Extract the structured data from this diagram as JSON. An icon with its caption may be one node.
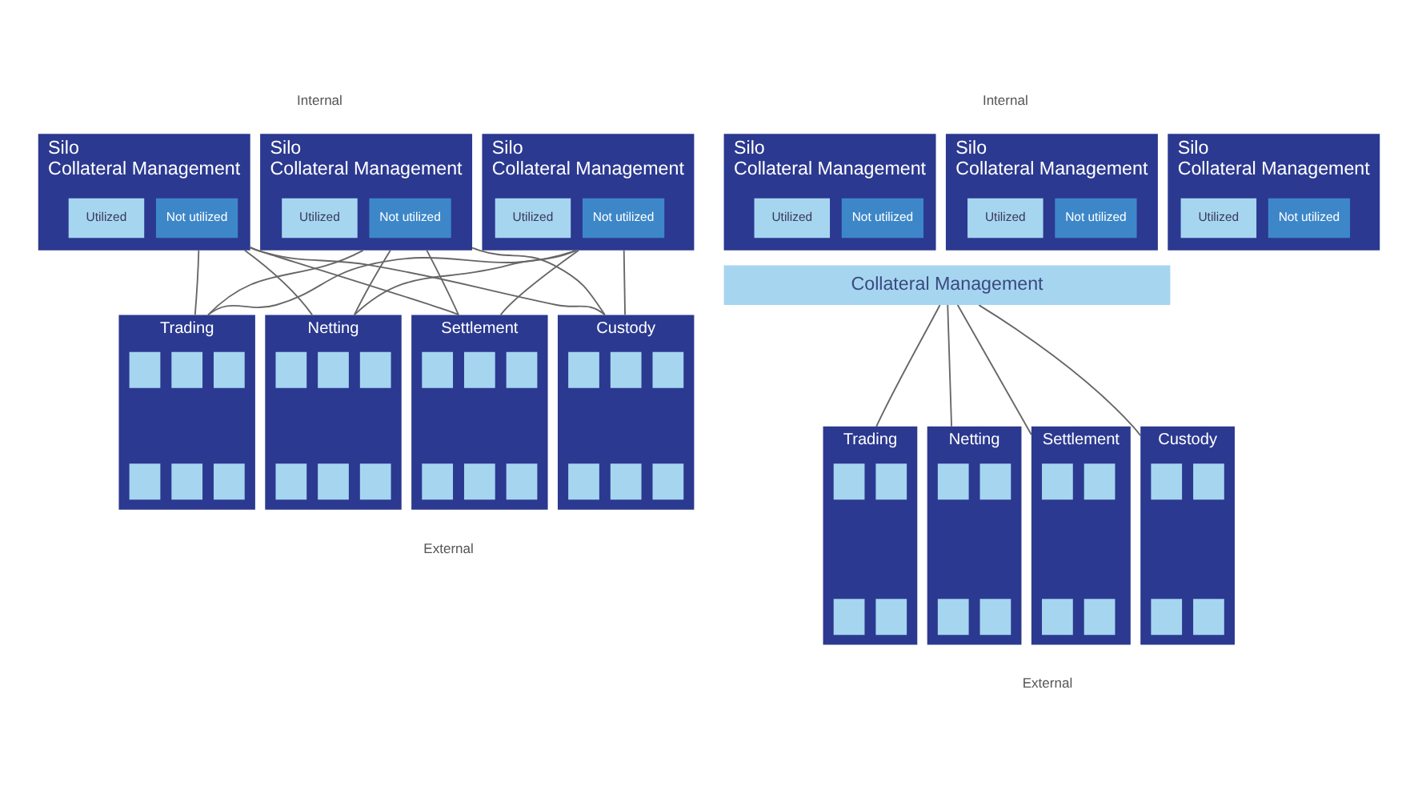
{
  "diagram": {
    "nodes": [
      {
        "text": [
          "Silo",
          "Collateral Management"
        ]
      },
      {
        "text": [
          "Utilized"
        ],
        "in": 0
      },
      {
        "text": [
          "Not utilized"
        ],
        "in": 0
      },
      {
        "text": [
          "Silo",
          "Collateral Management"
        ]
      },
      {
        "text": [
          "Utilized"
        ],
        "in": 3
      },
      {
        "text": [
          "Not utilized"
        ],
        "in": 3
      },
      {
        "text": [
          "Silo",
          "Collateral Management"
        ]
      },
      {
        "text": [
          "Utilized"
        ],
        "in": 6
      },
      {
        "text": [
          "Not utilized"
        ],
        "in": 6
      },
      {
        "text": [
          "Trading"
        ]
      },
      {
        "text": [],
        "shape": "box",
        "in": 9
      },
      {
        "text": [],
        "shape": "box",
        "in": 9
      },
      {
        "text": [],
        "shape": "box",
        "in": 9
      },
      {
        "text": [],
        "shape": "box",
        "in": 9
      },
      {
        "text": [],
        "shape": "box",
        "in": 9
      },
      {
        "text": [],
        "shape": "box",
        "in": 9
      },
      {
        "text": [
          "Netting"
        ]
      },
      {
        "text": [],
        "shape": "box",
        "in": 16
      },
      {
        "text": [],
        "shape": "box",
        "in": 16
      },
      {
        "text": [],
        "shape": "box",
        "in": 16
      },
      {
        "text": [],
        "shape": "box",
        "in": 16
      },
      {
        "text": [],
        "shape": "box",
        "in": 16
      },
      {
        "text": [],
        "shape": "box",
        "in": 16
      },
      {
        "text": [
          "Settlement"
        ]
      },
      {
        "text": [],
        "shape": "box",
        "in": 23
      },
      {
        "text": [],
        "shape": "box",
        "in": 23
      },
      {
        "text": [],
        "shape": "box",
        "in": 23
      },
      {
        "text": [],
        "shape": "box",
        "in": 23
      },
      {
        "text": [],
        "shape": "box",
        "in": 23
      },
      {
        "text": [],
        "shape": "box",
        "in": 23
      },
      {
        "text": [
          "Custody"
        ]
      },
      {
        "text": [],
        "shape": "box",
        "in": 30
      },
      {
        "text": [],
        "shape": "box",
        "in": 30
      },
      {
        "text": [],
        "shape": "box",
        "in": 30
      },
      {
        "text": [],
        "shape": "box",
        "in": 30
      },
      {
        "text": [],
        "shape": "box",
        "in": 30
      },
      {
        "text": [],
        "shape": "box",
        "in": 30
      },
      {
        "text": [
          "Silo",
          "Collateral Management"
        ]
      },
      {
        "text": [
          "Utilized"
        ],
        "in": 37
      },
      {
        "text": [
          "Not utilized"
        ],
        "in": 37
      },
      {
        "text": [
          "Silo",
          "Collateral Management"
        ]
      },
      {
        "text": [
          "Utilized"
        ],
        "in": 40
      },
      {
        "text": [
          "Not utilized"
        ],
        "in": 40
      },
      {
        "text": [
          "Silo",
          "Collateral Management"
        ]
      },
      {
        "text": [
          "Utilized"
        ],
        "in": 43
      },
      {
        "text": [
          "Not utilized"
        ],
        "in": 43
      },
      {
        "text": [
          "Collateral Management"
        ]
      },
      {
        "text": [
          "Trading"
        ]
      },
      {
        "text": [],
        "shape": "box",
        "in": 47
      },
      {
        "text": [],
        "shape": "box",
        "in": 47
      },
      {
        "text": [],
        "shape": "box",
        "in": 47
      },
      {
        "text": [],
        "shape": "box",
        "in": 47
      },
      {
        "text": [
          "Netting"
        ]
      },
      {
        "text": [],
        "shape": "box",
        "in": 52
      },
      {
        "text": [],
        "shape": "box",
        "in": 52
      },
      {
        "text": [],
        "shape": "box",
        "in": 52
      },
      {
        "text": [],
        "shape": "box",
        "in": 52
      },
      {
        "text": [
          "Settlement"
        ]
      },
      {
        "text": [],
        "shape": "box",
        "in": 57
      },
      {
        "text": [],
        "shape": "box",
        "in": 57
      },
      {
        "text": [],
        "shape": "box",
        "in": 57
      },
      {
        "text": [],
        "shape": "box",
        "in": 57
      },
      {
        "text": [
          "Custody"
        ]
      },
      {
        "text": [],
        "shape": "box",
        "in": 62
      },
      {
        "text": [],
        "shape": "box",
        "in": 62
      },
      {
        "text": [],
        "shape": "box",
        "in": 62
      },
      {
        "text": [],
        "shape": "box",
        "in": 62
      }
    ],
    "edges": [
      {
        "from": 0,
        "to": 9,
        "arrow": "none"
      },
      {
        "from": 0,
        "to": 16,
        "arrow": "none"
      },
      {
        "from": 0,
        "to": 23,
        "arrow": "none"
      },
      {
        "from": 0,
        "to": 30,
        "arrow": "none"
      },
      {
        "from": 3,
        "to": 9,
        "arrow": "none"
      },
      {
        "from": 3,
        "to": 16,
        "arrow": "none"
      },
      {
        "from": 3,
        "to": 23,
        "arrow": "none"
      },
      {
        "from": 3,
        "to": 30,
        "arrow": "none"
      },
      {
        "from": 6,
        "to": 9,
        "arrow": "none"
      },
      {
        "from": 6,
        "to": 16,
        "arrow": "none"
      },
      {
        "from": 6,
        "to": 23,
        "arrow": "none"
      },
      {
        "from": 6,
        "to": 30,
        "arrow": "none"
      },
      {
        "from": 46,
        "to": 47,
        "arrow": "none"
      },
      {
        "from": 46,
        "to": 52,
        "arrow": "none"
      },
      {
        "from": 46,
        "to": 57,
        "arrow": "none"
      },
      {
        "from": 46,
        "to": 62,
        "arrow": "none"
      }
    ],
    "labels": [
      "Internal",
      "Internal",
      "External",
      "External"
    ]
  }
}
